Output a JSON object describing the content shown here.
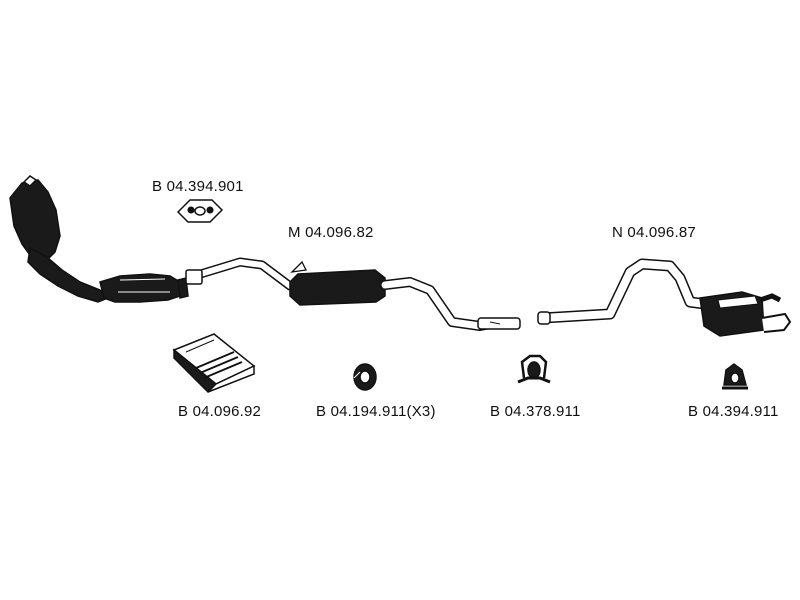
{
  "parts": {
    "gasket_top": {
      "code": "B 04.394.901"
    },
    "middle_silencer": {
      "code": "M 04.096.82"
    },
    "rear_silencer": {
      "code": "N 04.096.87"
    },
    "mounting_kit": {
      "code": "B 04.096.92"
    },
    "rubber_mount_1": {
      "code": "B 04.194.911(X3)"
    },
    "rubber_mount_2": {
      "code": "B 04.378.911"
    },
    "rubber_mount_3": {
      "code": "B 04.394.911"
    }
  },
  "colors": {
    "ink": "#111111",
    "part_fill": "#1a1a1a",
    "paper": "#ffffff"
  }
}
